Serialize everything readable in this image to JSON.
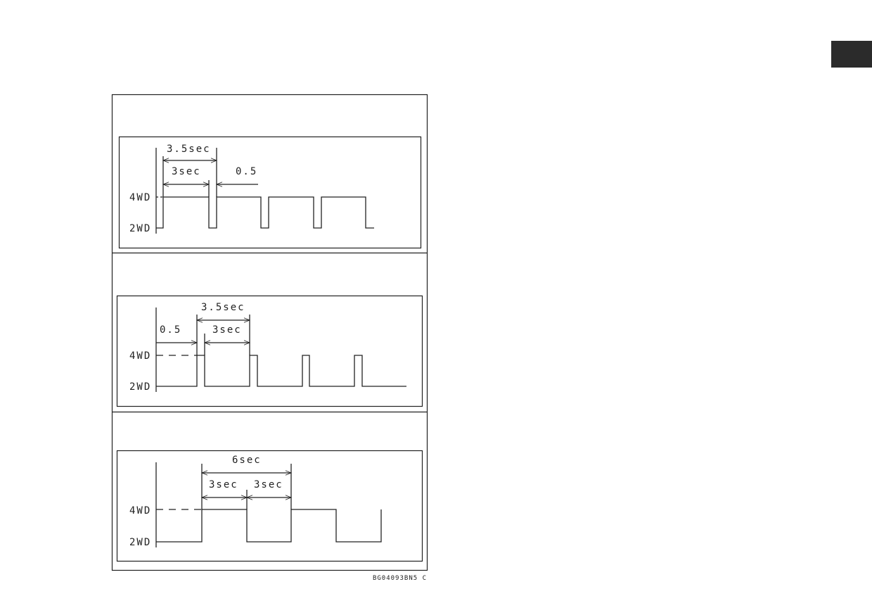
{
  "page": {
    "tab_color": "#2b2b2b",
    "line_color": "#222222"
  },
  "panels": [
    {
      "id": "panel-1",
      "labels": {
        "high": "4WD",
        "low": "2WD"
      },
      "dims": {
        "outer": "3.5sec",
        "first": "3sec",
        "second": "0.5"
      }
    },
    {
      "id": "panel-2",
      "labels": {
        "high": "4WD",
        "low": "2WD"
      },
      "dims": {
        "outer": "3.5sec",
        "lead": "0.5",
        "first": "3sec"
      }
    },
    {
      "id": "panel-3",
      "labels": {
        "high": "4WD",
        "low": "2WD"
      },
      "dims": {
        "outer": "6sec",
        "first": "3sec",
        "second": "3sec"
      }
    }
  ],
  "figure_code": "BG04093BN5 C"
}
